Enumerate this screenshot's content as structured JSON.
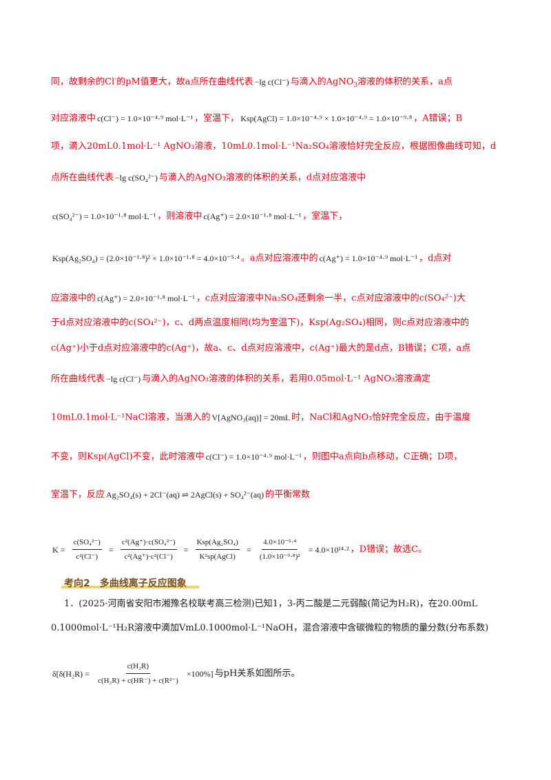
{
  "lines": {
    "l1a": "同，故剩余的Cl",
    "l1b": "的pM值更大，故a点所在曲线代表",
    "l1m": "−lg c(Cl⁻)",
    "l1c": "与滴入的AgNO",
    "l1d": "溶液的体积的关系，a点",
    "l2a": "对应溶液中",
    "l2m1": "c(Cl⁻) = 1.0×10⁻⁴·⁹ mol·L⁻¹",
    "l2b": "，室温下，",
    "l2m2": "Ksp(AgCl) = 1.0×10⁻⁴·⁹ × 1.0×10⁻⁴·⁹ = 1.0×10⁻⁹·⁸",
    "l2c": "，A错误；B",
    "l3": "项，滴入20mL0.1mol·L⁻¹ AgNO₃溶液，10mL0.1mol·L⁻¹Na₂SO₄溶液恰好完全反应，根据图像曲线可知，d",
    "l4a": "点所在曲线代表",
    "l4m": "−lg c(SO₄²⁻)",
    "l4b": "与滴入的AgNO₃溶液的体积的关系，d点对应溶液中",
    "l5m1": "c(SO₄²⁻) = 1.0×10⁻¹·⁸ mol·L⁻¹",
    "l5a": "，则溶液中",
    "l5m2": "c(Ag⁺) = 2.0×10⁻¹·⁸ mol·L⁻¹",
    "l5b": "，室温下，",
    "l6m1": "Ksp(Ag₂SO₄) = (2.0×10⁻¹·⁸)² × 1.0×10⁻¹·⁸ = 4.0×10⁻⁵·⁴",
    "l6a": "。a点对应溶液中的",
    "l6m2": "c(Ag⁺) = 1.0×10⁻⁴·⁹ mol·L⁻¹",
    "l6b": "，d点对",
    "l7a": "应溶液中的",
    "l7m": "c(Ag⁺) = 2.0×10⁻¹·⁸ mol·L⁻¹",
    "l7b": "，c点对应溶液中Na₂SO₄还剩余一半，c点对应溶液中的c(SO₄²⁻)大",
    "l8": "于d点对应溶液中的c(SO₄²⁻)，c、d两点温度相同(均为室温下)，Ksp(Ag₂SO₄)相同，则c点对应溶液中的",
    "l9": "c(Ag⁺)小于d点对应溶液中的c(Ag⁺)，故a、c、d点对应溶液中，c(Ag⁺)最大的是d点，B错误；C项，a点",
    "l10a": "所在曲线代表",
    "l10m": "−lg c(Cl⁻)",
    "l10b": "与滴入的AgNO₃溶液的体积的关系，若用0.05mol·L⁻¹ AgNO₃溶液滴定",
    "l11a": "10mL0.1mol·L⁻¹NaCl溶液，当滴入的",
    "l11m": "V[AgNO₃(aq)] = 20mL",
    "l11b": "时，NaCl和AgNO₃恰好完全反应，由于温度",
    "l12a": "不变，则Ksp(AgCl)不变，此时溶液中",
    "l12m": "c(Cl⁻) = 1.0×10⁻⁴·⁹ mol·L⁻¹",
    "l12b": "，则图中a点向b点移动，C正确；D项，",
    "l13a": "室温下，反应",
    "l13m": "Ag₂SO₄(s) + 2Cl⁻(aq) ⇌ 2AgCl(s) + SO₄²⁻(aq)",
    "l13b": "的平衡常数",
    "l14m1": "K =",
    "l14f1n": "c(SO₄²⁻)",
    "l14f1d": "c²(Cl⁻)",
    "l14eq": "=",
    "l14f2n": "c²(Ag⁺)·c(SO₄²⁻)",
    "l14f2d": "c²(Ag⁺)·c²(Cl⁻)",
    "l14f3n": "Ksp(Ag₂SO₄)",
    "l14f3d": "K²sp(AgCl)",
    "l14f4n": "4.0×10⁻⁵·⁴",
    "l14f4d": "(1.0×10⁻⁹·⁸)²",
    "l14m2": "= 4.0×10¹⁴·²",
    "l14b": "，D错误；故选C。"
  },
  "heading": {
    "label": "考向2",
    "title": "多曲线离子反应图象"
  },
  "problem": {
    "p1": "1．(2025·河南省安阳市湘豫名校联考高三检测)已知1，3-丙二酸是二元弱酸(简记为H₂R)，在20.00mL",
    "p2": "0.1000mol·L⁻¹H₂R溶液中滴加VmL0.1000mol·L⁻¹NaOH，混合溶液中含碳微粒的物质的量分数(分布系数)",
    "p3m1": "δ[δ(H₂R) =",
    "p3fn": "c(H₂R)",
    "p3fd": "c(H₂R) + c(HR⁻) + c(R²⁻)",
    "p3m2": "×100%]",
    "p3b": "与pH关系如图所示。"
  }
}
